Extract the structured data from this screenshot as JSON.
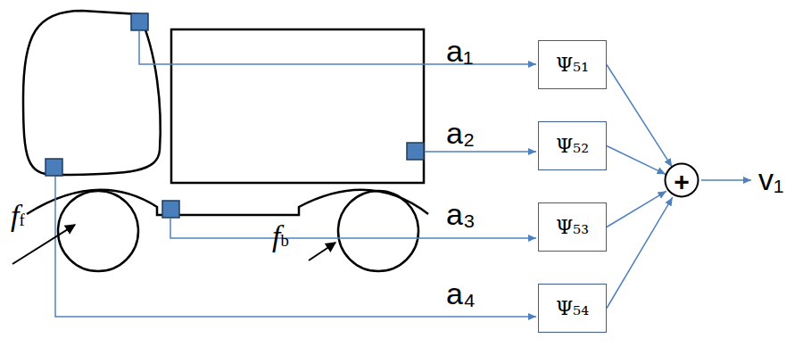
{
  "diagram": {
    "nodes": [
      {
        "text": [
          "Ψ₅₁"
        ]
      },
      {
        "text": [
          "Ψ₅₂"
        ]
      },
      {
        "text": [
          "Ψ₅₃"
        ]
      },
      {
        "text": [
          "Ψ₅₄"
        ]
      },
      {
        "text": [
          "+"
        ]
      }
    ],
    "edges": [
      {
        "from": 0,
        "to": 4,
        "arrow": "to"
      },
      {
        "from": 1,
        "to": 4,
        "arrow": "to"
      },
      {
        "from": 2,
        "to": 4,
        "arrow": "to"
      },
      {
        "from": 3,
        "to": 4,
        "arrow": "to"
      }
    ],
    "labels": [
      "a₁",
      "a₂",
      "a₃",
      "a₄",
      "v₁",
      "ff",
      "fb"
    ]
  }
}
